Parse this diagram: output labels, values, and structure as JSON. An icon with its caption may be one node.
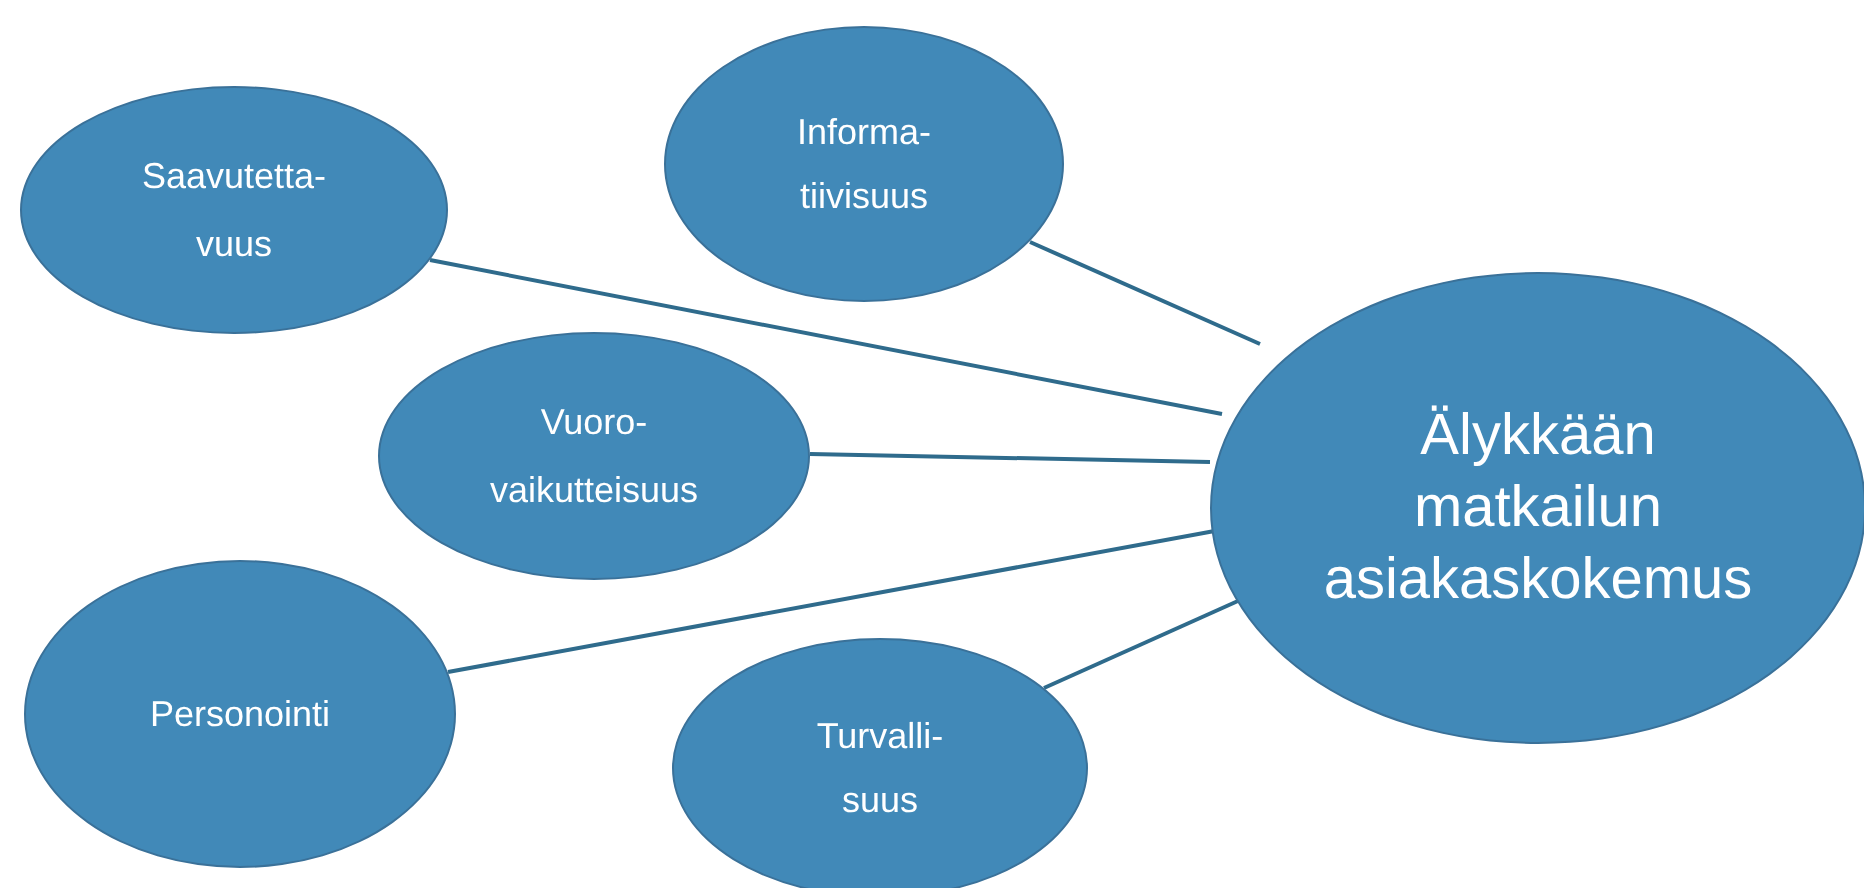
{
  "diagram": {
    "nodes": [
      {
        "text": [
          "Saavutetta- vuus"
        ]
      },
      {
        "text": [
          "Informa- tiivisuus"
        ]
      },
      {
        "text": [
          "Vuoro- vaikutteisuus"
        ]
      },
      {
        "text": [
          "Älykkään matkailun asiakaskokemus"
        ]
      },
      {
        "text": [
          "Personointi"
        ]
      },
      {
        "text": [
          "Turvalli- suus"
        ]
      }
    ],
    "edges": [
      {
        "from": 0,
        "to": 3,
        "arrow": "none"
      },
      {
        "from": 1,
        "to": 3,
        "arrow": "none"
      },
      {
        "from": 2,
        "to": 3,
        "arrow": "none"
      },
      {
        "from": 4,
        "to": 3,
        "arrow": "none"
      },
      {
        "from": 5,
        "to": 3,
        "arrow": "none"
      }
    ]
  }
}
